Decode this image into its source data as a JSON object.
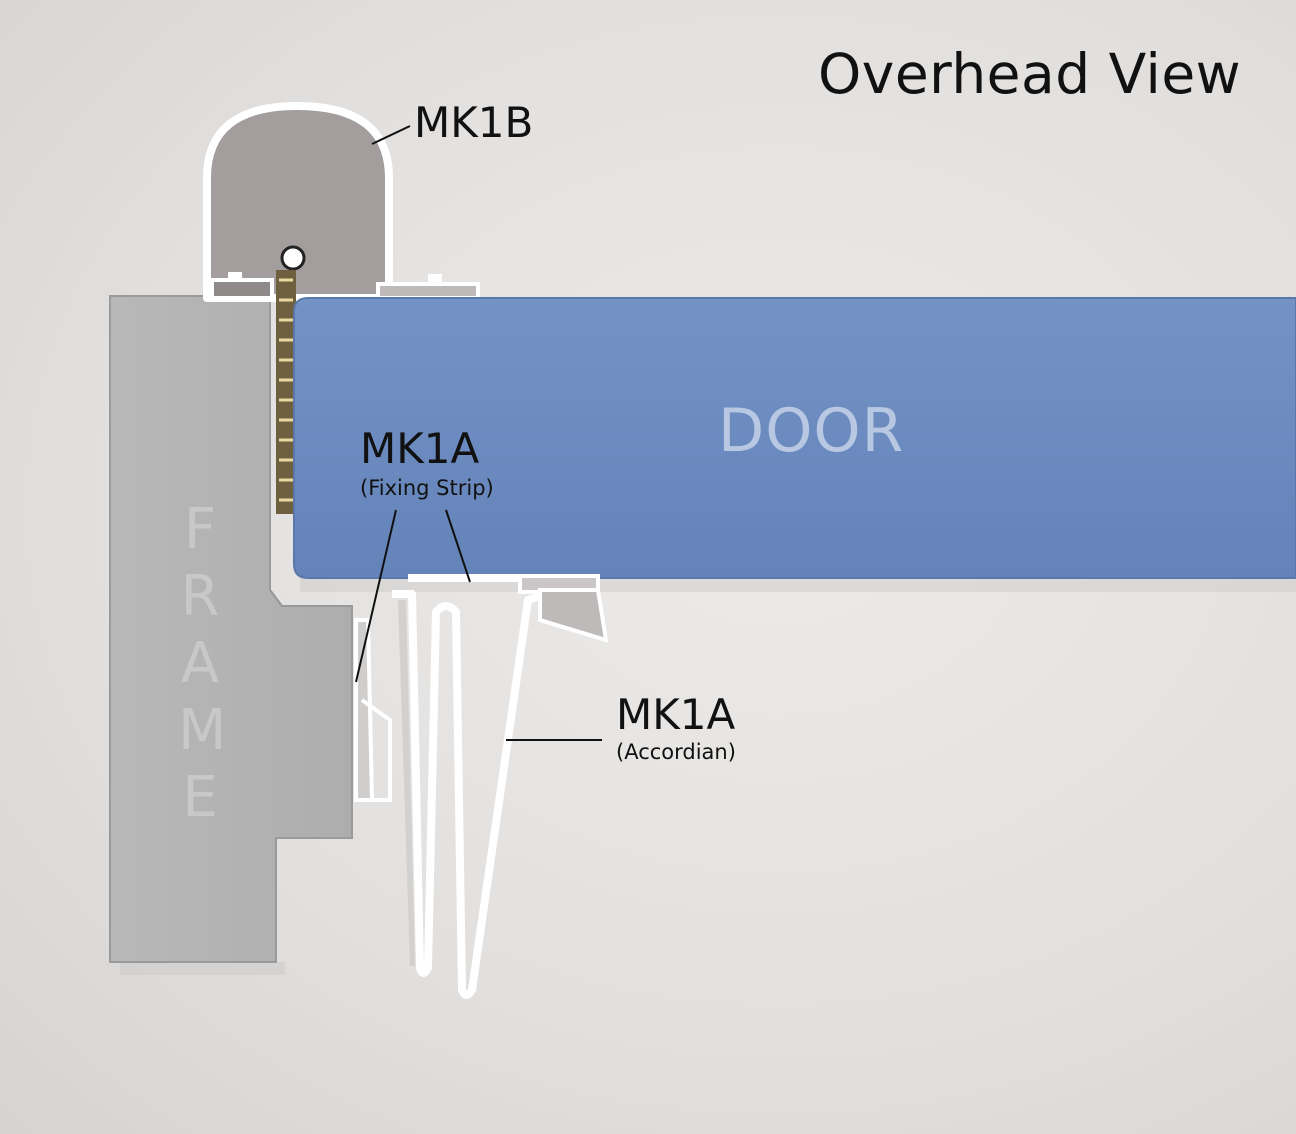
{
  "title": "Overhead View",
  "labels": {
    "mk1b": "MK1B",
    "fixing_strip": {
      "name": "MK1A",
      "sub": "(Fixing Strip)"
    },
    "accordian": {
      "name": "MK1A",
      "sub": "(Accordian)"
    }
  },
  "parts": {
    "door": "DOOR",
    "frame_letters": [
      "F",
      "R",
      "A",
      "M",
      "E"
    ]
  },
  "colors": {
    "background": "#e4e2e0",
    "door": "#6b8cbf",
    "frame": "#b3b3b3",
    "seal_fill": "#a09c9b",
    "seal_outline": "#ffffff"
  }
}
